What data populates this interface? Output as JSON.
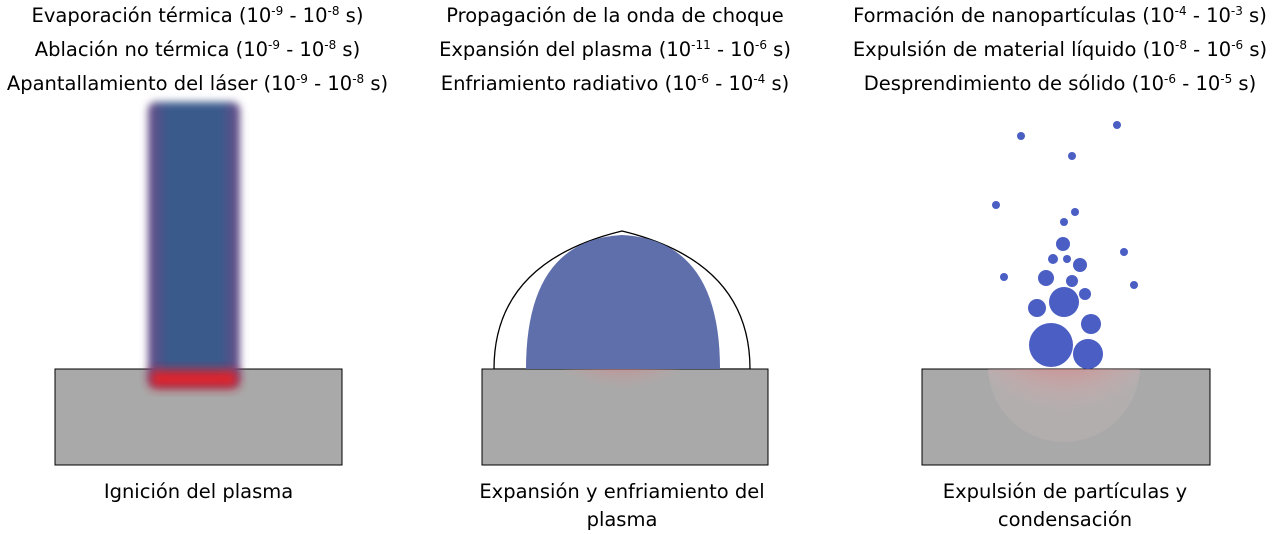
{
  "panels": [
    {
      "lines": [
        {
          "text": "Evaporación térmica (10",
          "e1": "-9",
          "mid": " - 10",
          "e2": "-8",
          "end": " s)"
        },
        {
          "text": "Ablación no térmica (10",
          "e1": "-9",
          "mid": " - 10",
          "e2": "-8",
          "end": " s)"
        },
        {
          "text": "Apantallamiento del láser (10",
          "e1": "-9",
          "mid": " - 10",
          "e2": "-8",
          "end": " s)"
        }
      ],
      "caption": [
        "Ignición del plasma"
      ]
    },
    {
      "lines": [
        {
          "text": "Propagación de la onda de choque",
          "e1": "",
          "mid": "",
          "e2": "",
          "end": ""
        },
        {
          "text": "Expansión del plasma (10",
          "e1": "-11",
          "mid": " - 10",
          "e2": "-6",
          "end": " s)"
        },
        {
          "text": "Enfriamiento radiativo (10",
          "e1": "-6",
          "mid": " - 10",
          "e2": "-4",
          "end": " s)"
        }
      ],
      "caption": [
        "Expansión y enfriamiento del",
        "plasma"
      ]
    },
    {
      "lines": [
        {
          "text": "Formación de nanopartículas (10",
          "e1": "-4",
          "mid": " - 10",
          "e2": "-3",
          "end": " s)"
        },
        {
          "text": "Expulsión de material líquido (10",
          "e1": "-8",
          "mid": " - 10",
          "e2": "-6",
          "end": " s)"
        },
        {
          "text": "Desprendimiento de sólido (10",
          "e1": "-6",
          "mid": " - 10",
          "e2": "-5",
          "end": " s)"
        }
      ],
      "caption": [
        "Expulsión de partículas y",
        "condensación"
      ]
    }
  ],
  "colors": {
    "substrate": "#a9a9a9",
    "plasma": "#5f6fab",
    "laser": "#3b5a8c",
    "hot_zone": "#e0242a",
    "particles": "#4a5ec4"
  }
}
